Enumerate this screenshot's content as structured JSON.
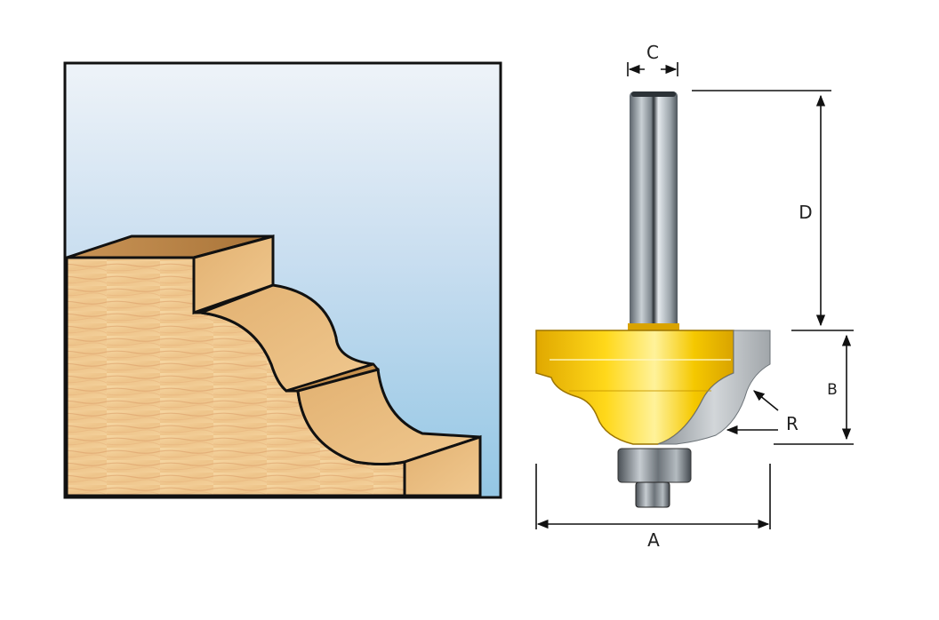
{
  "diagram": {
    "title": "Router bit profile diagram",
    "left_panel": {
      "description": "Wood workpiece with routed ogee/bead profile edge",
      "sky_colors": {
        "top": "#eef3f8",
        "bottom": "#9ccbe6"
      },
      "wood_colors": {
        "light": "#f2cf98",
        "mid": "#e3b273",
        "dark": "#b07a3a"
      },
      "border_color": "#111111"
    },
    "right_panel": {
      "description": "Router bit with shank, yellow cutter body and bearing",
      "cutter_color": "#f5c800",
      "shank_color": "#8c959c",
      "dimensions": {
        "A": {
          "label": "A",
          "meaning": "cutting diameter"
        },
        "B": {
          "label": "B",
          "meaning": "cutting height"
        },
        "C": {
          "label": "C",
          "meaning": "shank diameter"
        },
        "D": {
          "label": "D",
          "meaning": "shank length"
        },
        "R": {
          "label": "R",
          "meaning": "profile radius"
        }
      }
    }
  }
}
